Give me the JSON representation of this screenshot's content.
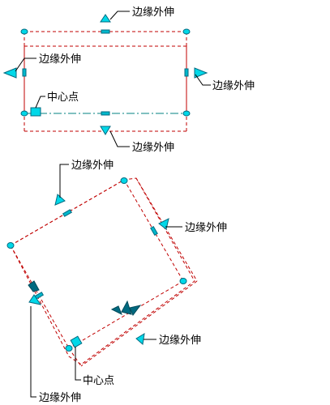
{
  "figure": {
    "colors": {
      "edge_line": "#c00000",
      "centerline": "#008080",
      "grip_fill": "#00d8e8",
      "grip_stroke": "#006a80",
      "leader": "#000000",
      "text": "#000000",
      "background": "#ffffff"
    },
    "top": {
      "label_top": "边缘外伸",
      "label_left": "边缘外伸",
      "label_right": "边缘外伸",
      "label_bottom": "边缘外伸",
      "label_center": "中心点"
    },
    "bottom": {
      "label_top": "边缘外伸",
      "label_right": "边缘外伸",
      "label_lower_right": "边缘外伸",
      "label_center": "中心点",
      "label_lower_left": "边缘外伸"
    }
  }
}
